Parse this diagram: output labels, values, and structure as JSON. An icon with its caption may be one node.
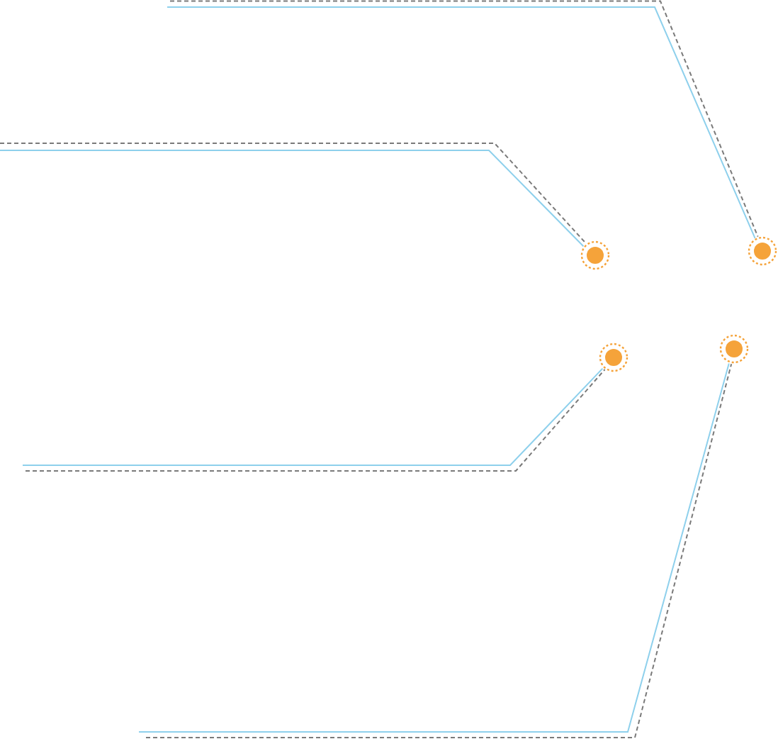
{
  "diagram": {
    "nodes": [
      {
        "text": [],
        "shape": "circle"
      },
      {
        "text": [],
        "shape": "circle"
      },
      {
        "text": [],
        "shape": "circle"
      },
      {
        "text": [],
        "shape": "circle"
      }
    ],
    "edges": [
      {
        "from": null,
        "to": 0,
        "arrow": "none",
        "color": "#8ed0ec"
      },
      {
        "from": null,
        "to": 0,
        "arrow": "none",
        "style": "dashed",
        "color": "#7a7a7a"
      },
      {
        "from": null,
        "to": 1,
        "arrow": "none",
        "color": "#8ed0ec"
      },
      {
        "from": null,
        "to": 1,
        "arrow": "none",
        "style": "dashed",
        "color": "#7a7a7a"
      },
      {
        "from": null,
        "to": 2,
        "arrow": "none",
        "color": "#8ed0ec"
      },
      {
        "from": null,
        "to": 2,
        "arrow": "none",
        "style": "dashed",
        "color": "#7a7a7a"
      },
      {
        "from": null,
        "to": 3,
        "arrow": "none",
        "color": "#8ed0ec"
      },
      {
        "from": null,
        "to": 3,
        "arrow": "none",
        "style": "dashed",
        "color": "#7a7a7a"
      }
    ]
  }
}
